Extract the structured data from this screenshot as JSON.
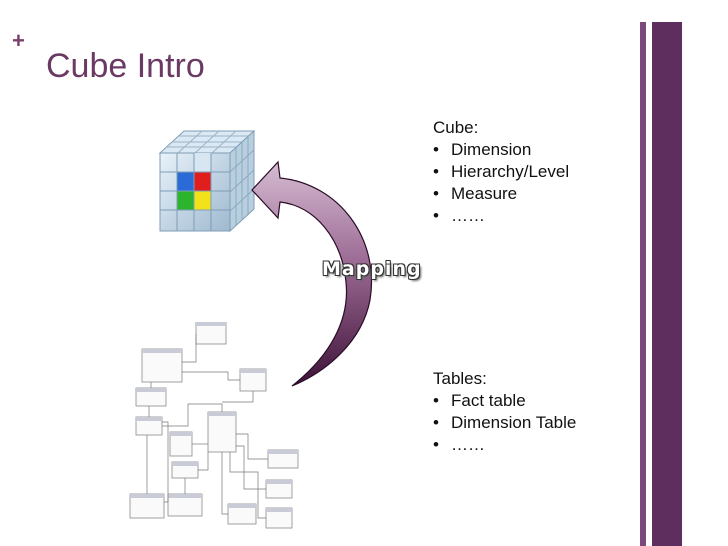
{
  "slide": {
    "title": "Cube Intro",
    "plus_glyph": "+",
    "mapping_label": "Mapping",
    "cube_section": {
      "heading": "Cube:",
      "items": [
        "Dimension",
        "Hierarchy/Level",
        "Measure",
        "……"
      ]
    },
    "tables_section": {
      "heading": "Tables:",
      "items": [
        "Fact table",
        "Dimension Table",
        "……"
      ]
    }
  },
  "colors": {
    "title": "#6b3a64",
    "accent_bar": "#5e2f5e",
    "arrow_dark": "#4a1c45",
    "arrow_light": "#c9a9c5"
  }
}
